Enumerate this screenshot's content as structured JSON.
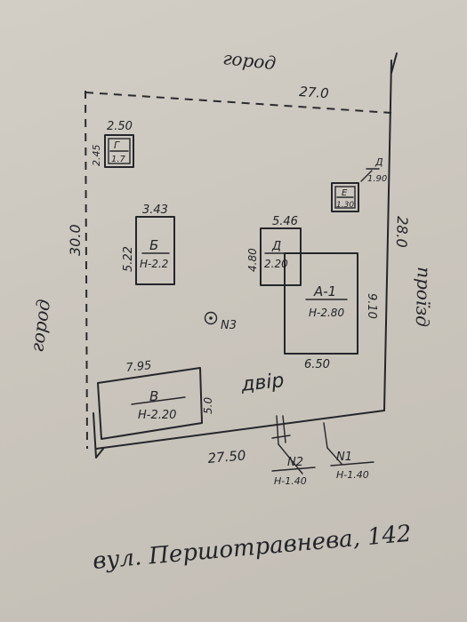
{
  "labels": {
    "garden_top": "город",
    "garden_left": "город",
    "passage": "проїзд",
    "yard": "двір",
    "street": "вул. Першотравнева, 142"
  },
  "dimensions": {
    "top": "27.0",
    "left": "30.0",
    "right": "28.0",
    "bottom": "27.50"
  },
  "buildings": {
    "g": {
      "letter": "Г",
      "height": "1.7",
      "width_dim": "2.50",
      "depth_dim": "2.45"
    },
    "ye": {
      "letter": "Е",
      "height": "1.30"
    },
    "d_fence": {
      "letter": "Д",
      "height": "1.90"
    },
    "b": {
      "letter": "Б",
      "height": "Н-2.2",
      "width_dim": "3.43",
      "depth_dim": "5.22"
    },
    "d": {
      "letter": "Д",
      "height": "2.20",
      "width_dim": "5.46",
      "depth_dim": "4.80"
    },
    "a1": {
      "letter": "А-1",
      "height": "Н-2.80",
      "width_dim": "6.50",
      "depth_dim": "9.10"
    },
    "v": {
      "letter": "В",
      "height": "Н-2.20",
      "width_dim": "7.95",
      "depth_dim": "5.0"
    }
  },
  "markers": {
    "n3": "N3",
    "n2": "N2",
    "n2_height": "Н-1.40",
    "n1": "N1",
    "n1_height": "Н-1.40"
  }
}
